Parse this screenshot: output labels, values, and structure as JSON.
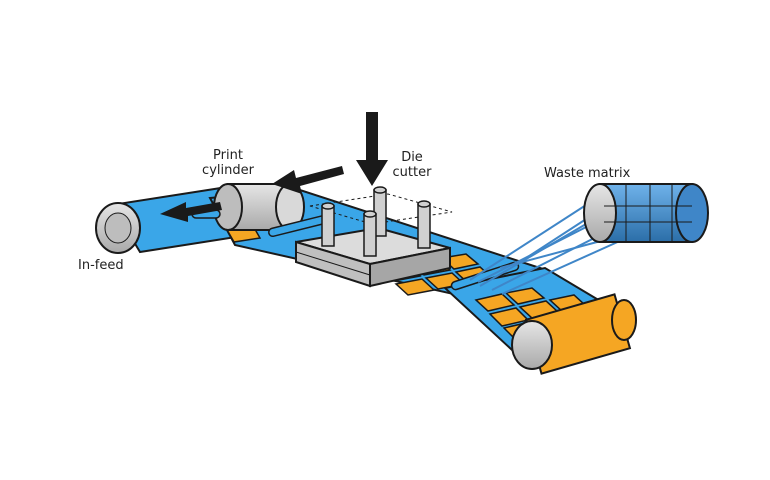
{
  "labels": {
    "print_cylinder_line1": "Print",
    "print_cylinder_line2": "cylinder",
    "die_cutter_line1": "Die",
    "die_cutter_line2": "cutter",
    "waste_matrix": "Waste matrix",
    "in_feed": "In-feed"
  },
  "colors": {
    "web_blue": "#3aa6e8",
    "label_orange": "#f5a623",
    "roller_grey": "#c8c8c8",
    "matrix_blue": "#3f86c8",
    "outline": "#1a1a1a"
  }
}
